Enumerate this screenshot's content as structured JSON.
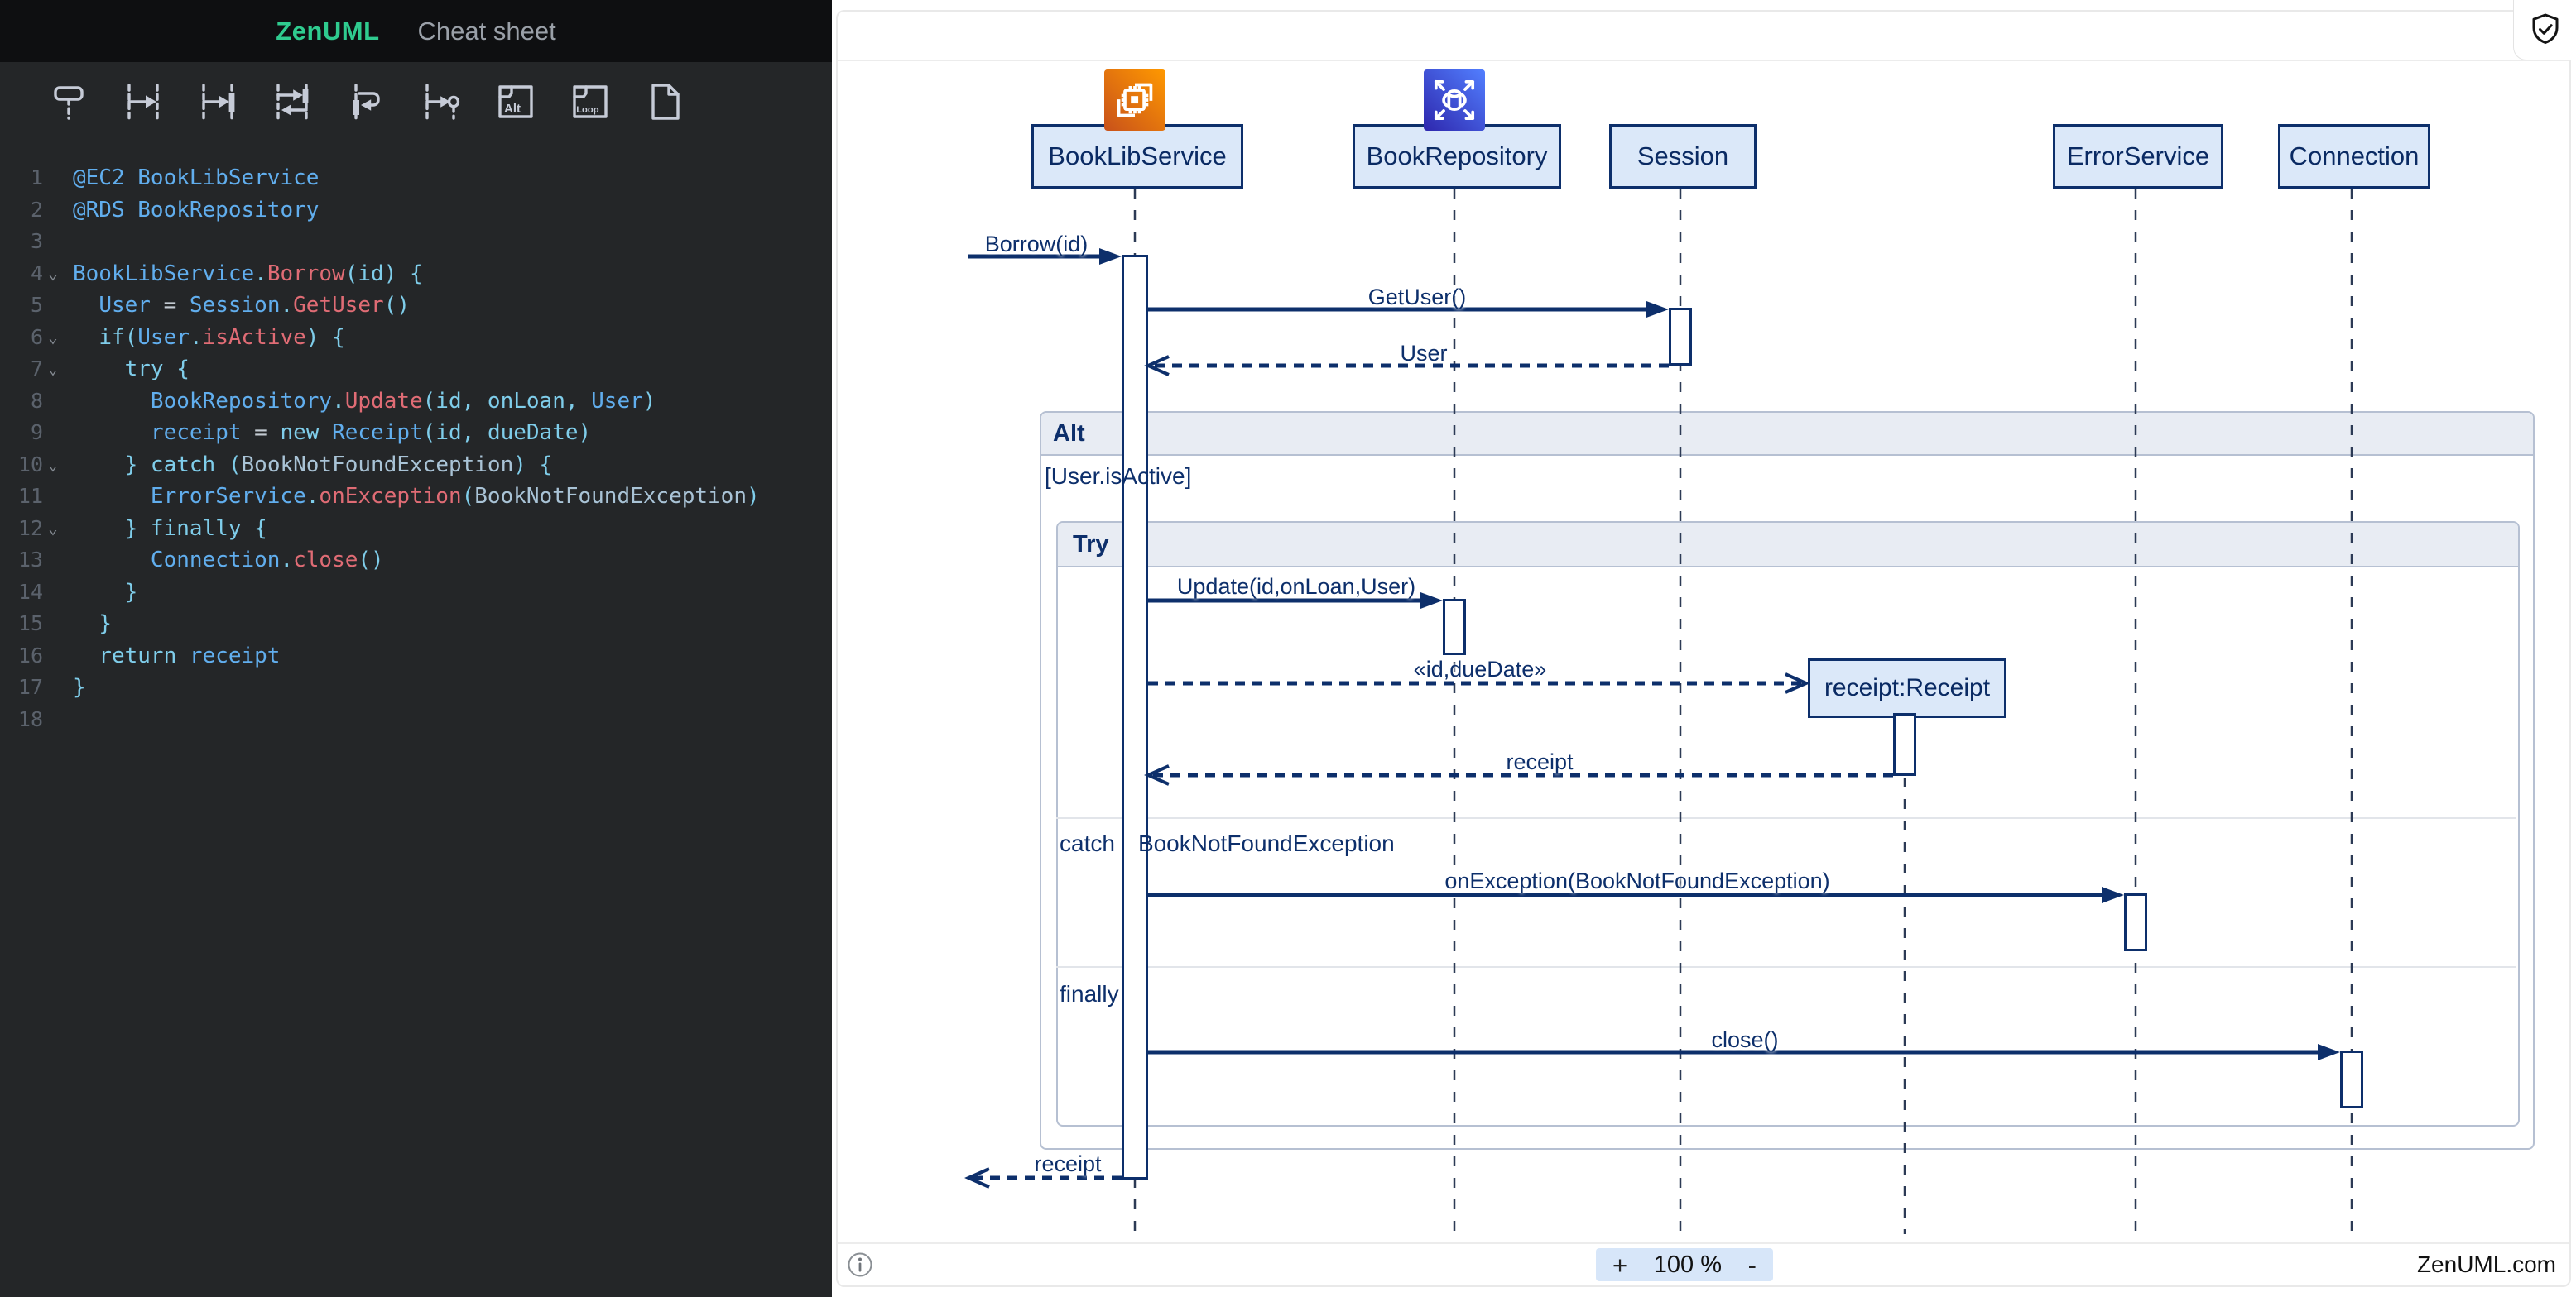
{
  "header": {
    "brand": "ZenUML",
    "cheat_sheet": "Cheat sheet"
  },
  "toolbar": {
    "icons": [
      {
        "name": "participant-icon"
      },
      {
        "name": "sync-message-icon"
      },
      {
        "name": "async-message-icon"
      },
      {
        "name": "reply-message-icon"
      },
      {
        "name": "self-message-icon"
      },
      {
        "name": "creation-message-icon"
      },
      {
        "name": "alt-fragment-icon",
        "label": "Alt"
      },
      {
        "name": "loop-fragment-icon",
        "label": "Loop"
      },
      {
        "name": "new-file-icon"
      }
    ]
  },
  "code": {
    "lines": [
      {
        "num": 1,
        "fold": false,
        "segments": [
          [
            "ident",
            "@EC2 BookLibService"
          ]
        ]
      },
      {
        "num": 2,
        "fold": false,
        "segments": [
          [
            "ident",
            "@RDS BookRepository"
          ]
        ]
      },
      {
        "num": 3,
        "fold": false,
        "segments": []
      },
      {
        "num": 4,
        "fold": true,
        "segments": [
          [
            "ident",
            "BookLibService"
          ],
          [
            "cy",
            "."
          ],
          [
            "method",
            "Borrow"
          ],
          [
            "cy",
            "(id) {"
          ]
        ]
      },
      {
        "num": 5,
        "fold": false,
        "segments": [
          [
            "plain",
            "  "
          ],
          [
            "ident",
            "User"
          ],
          [
            "op",
            " = "
          ],
          [
            "ident",
            "Session"
          ],
          [
            "cy",
            "."
          ],
          [
            "method",
            "GetUser"
          ],
          [
            "cy",
            "()"
          ]
        ]
      },
      {
        "num": 6,
        "fold": true,
        "segments": [
          [
            "plain",
            "  "
          ],
          [
            "cy",
            "if("
          ],
          [
            "ident",
            "User"
          ],
          [
            "cy",
            "."
          ],
          [
            "method",
            "isActive"
          ],
          [
            "cy",
            ") {"
          ]
        ]
      },
      {
        "num": 7,
        "fold": true,
        "segments": [
          [
            "plain",
            "    "
          ],
          [
            "cy",
            "try {"
          ]
        ]
      },
      {
        "num": 8,
        "fold": false,
        "segments": [
          [
            "plain",
            "      "
          ],
          [
            "ident",
            "BookRepository"
          ],
          [
            "cy",
            "."
          ],
          [
            "method",
            "Update"
          ],
          [
            "cy",
            "(id, onLoan, "
          ],
          [
            "ident",
            "User"
          ],
          [
            "cy",
            ")"
          ]
        ]
      },
      {
        "num": 9,
        "fold": false,
        "segments": [
          [
            "plain",
            "      "
          ],
          [
            "ident",
            "receipt"
          ],
          [
            "op",
            " = "
          ],
          [
            "cy",
            "new "
          ],
          [
            "ident",
            "Receipt"
          ],
          [
            "cy",
            "(id, dueDate)"
          ]
        ]
      },
      {
        "num": 10,
        "fold": true,
        "segments": [
          [
            "plain",
            "    "
          ],
          [
            "cy",
            "} catch ("
          ],
          [
            "arg",
            "BookNotFoundException"
          ],
          [
            "cy",
            ") {"
          ]
        ]
      },
      {
        "num": 11,
        "fold": false,
        "segments": [
          [
            "plain",
            "      "
          ],
          [
            "ident",
            "ErrorService"
          ],
          [
            "cy",
            "."
          ],
          [
            "method",
            "onException"
          ],
          [
            "cy",
            "("
          ],
          [
            "arg",
            "BookNotFoundException"
          ],
          [
            "cy",
            ")"
          ]
        ]
      },
      {
        "num": 12,
        "fold": true,
        "segments": [
          [
            "plain",
            "    "
          ],
          [
            "cy",
            "} finally {"
          ]
        ]
      },
      {
        "num": 13,
        "fold": false,
        "segments": [
          [
            "plain",
            "      "
          ],
          [
            "ident",
            "Connection"
          ],
          [
            "cy",
            "."
          ],
          [
            "method",
            "close"
          ],
          [
            "cy",
            "()"
          ]
        ]
      },
      {
        "num": 14,
        "fold": false,
        "segments": [
          [
            "plain",
            "    "
          ],
          [
            "cy",
            "}"
          ]
        ]
      },
      {
        "num": 15,
        "fold": false,
        "segments": [
          [
            "plain",
            "  "
          ],
          [
            "cy",
            "}"
          ]
        ]
      },
      {
        "num": 16,
        "fold": false,
        "segments": [
          [
            "plain",
            "  "
          ],
          [
            "cy",
            "return "
          ],
          [
            "ident",
            "receipt"
          ]
        ]
      },
      {
        "num": 17,
        "fold": false,
        "segments": [
          [
            "cy",
            "}"
          ]
        ]
      },
      {
        "num": 18,
        "fold": false,
        "segments": []
      }
    ]
  },
  "diagram": {
    "participants": [
      {
        "id": "BookLibService",
        "label": "BookLibService",
        "icon": "ec2-icon"
      },
      {
        "id": "BookRepository",
        "label": "BookRepository",
        "icon": "rds-icon"
      },
      {
        "id": "Session",
        "label": "Session"
      },
      {
        "id": "ErrorService",
        "label": "ErrorService"
      },
      {
        "id": "Connection",
        "label": "Connection"
      }
    ],
    "creation_box": {
      "label": "receipt:Receipt"
    },
    "messages": [
      {
        "id": "borrow",
        "label": "Borrow(id)"
      },
      {
        "id": "getuser",
        "label": "GetUser()"
      },
      {
        "id": "user_return",
        "label": "User"
      },
      {
        "id": "update",
        "label": "Update(id,onLoan,User)"
      },
      {
        "id": "create_receipt",
        "label": "«id,dueDate»"
      },
      {
        "id": "receipt_return",
        "label": "receipt"
      },
      {
        "id": "onexception",
        "label": "onException(BookNotFoundException)"
      },
      {
        "id": "close",
        "label": "close()"
      },
      {
        "id": "final_return",
        "label": "receipt"
      }
    ],
    "fragments": {
      "alt": "Alt",
      "condition": "[User.isActive]",
      "try": "Try",
      "catch_keyword": "catch",
      "catch_exception": "BookNotFoundException",
      "finally": "finally"
    },
    "footer": {
      "zoom_in": "+",
      "zoom_level": "100 %",
      "zoom_out": "-",
      "site": "ZenUML.com"
    }
  },
  "colors": {
    "accent_green": "#2fcb8f",
    "navy": "#0d2f6b",
    "participant_fill": "#dbe8f9",
    "fragment_header": "#e8ecf3",
    "ec2_orange": "#e8760f",
    "rds_blue": "#4450d8"
  }
}
